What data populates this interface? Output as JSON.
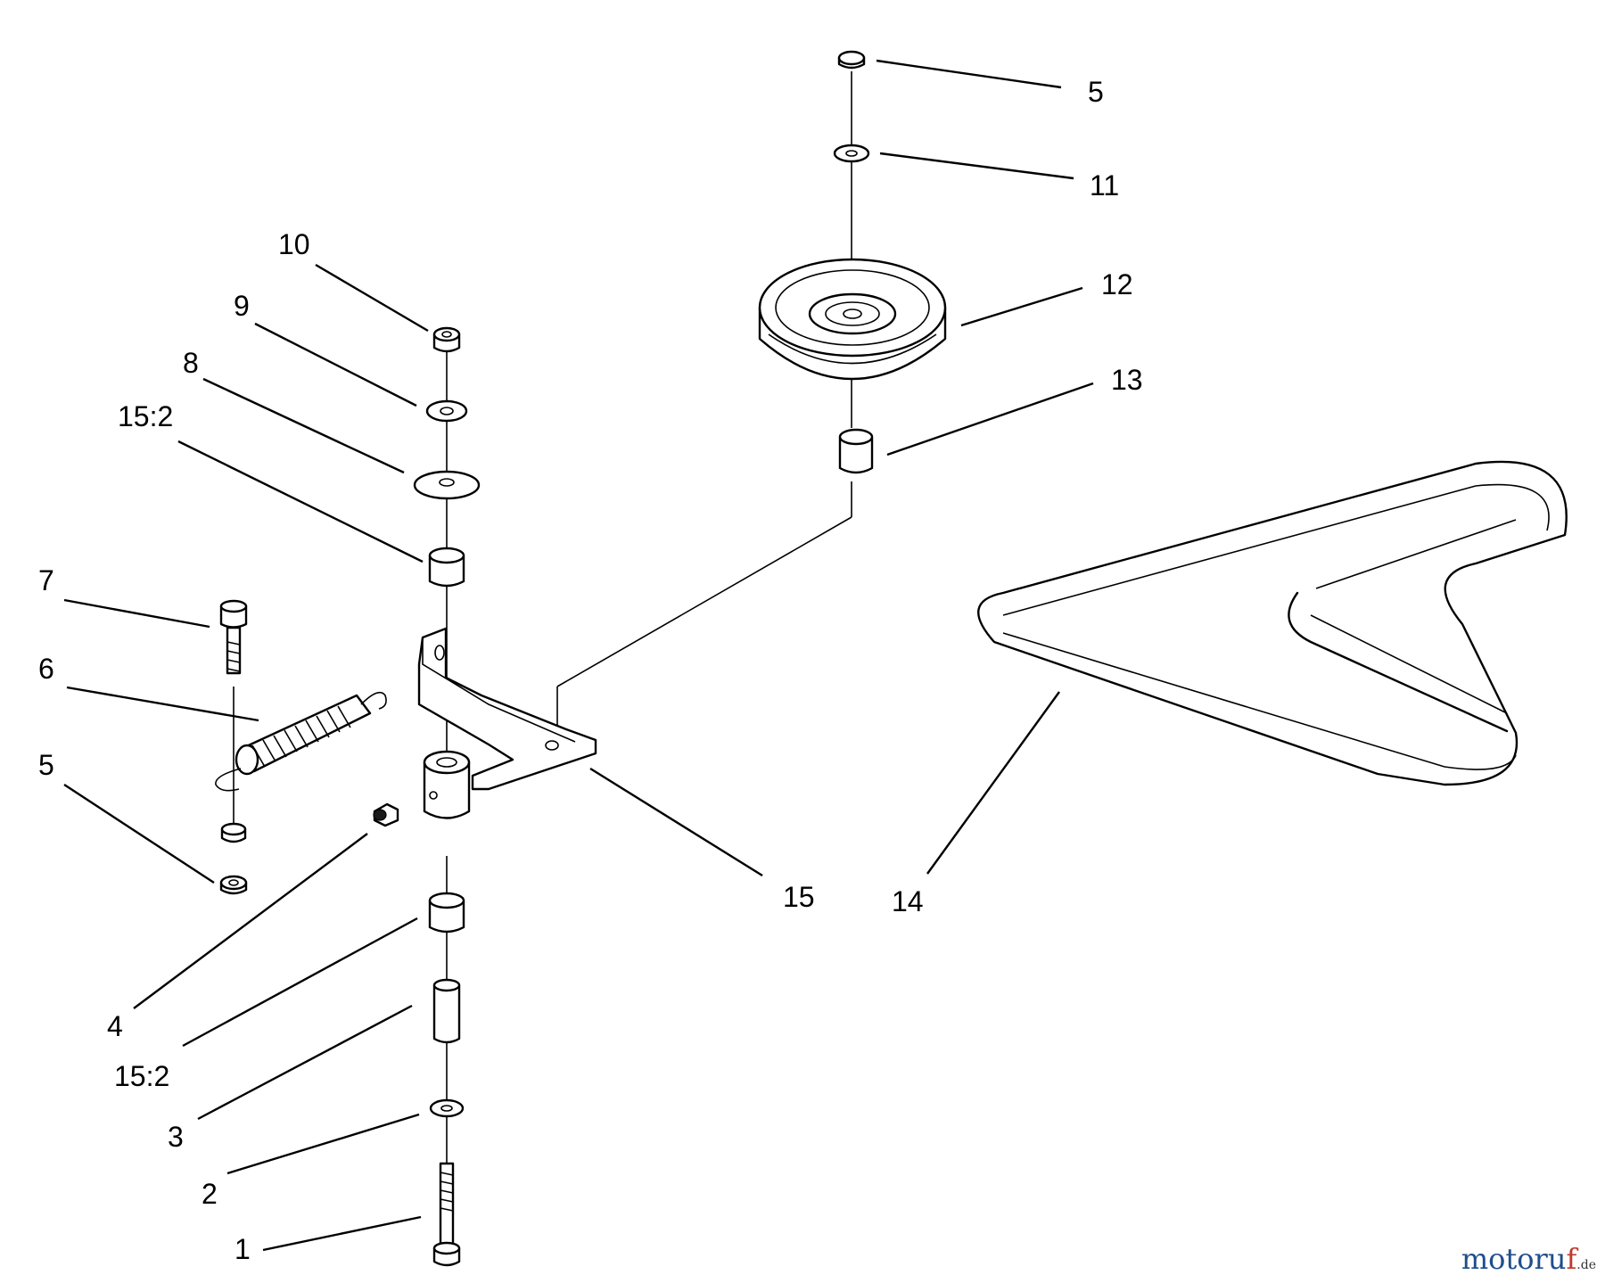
{
  "callouts": [
    {
      "id": "1",
      "label": "1"
    },
    {
      "id": "2",
      "label": "2"
    },
    {
      "id": "3",
      "label": "3"
    },
    {
      "id": "4",
      "label": "4"
    },
    {
      "id": "15-2-lower",
      "label": "15:2"
    },
    {
      "id": "15",
      "label": "15"
    },
    {
      "id": "14",
      "label": "14"
    },
    {
      "id": "5-left",
      "label": "5"
    },
    {
      "id": "6",
      "label": "6"
    },
    {
      "id": "7",
      "label": "7"
    },
    {
      "id": "15-2-upper",
      "label": "15:2"
    },
    {
      "id": "8",
      "label": "8"
    },
    {
      "id": "9",
      "label": "9"
    },
    {
      "id": "10",
      "label": "10"
    },
    {
      "id": "5-right",
      "label": "5"
    },
    {
      "id": "11",
      "label": "11"
    },
    {
      "id": "12",
      "label": "12"
    },
    {
      "id": "13",
      "label": "13"
    }
  ],
  "watermark": {
    "name": "motoru",
    "accent": "f",
    "tld": ".de"
  }
}
